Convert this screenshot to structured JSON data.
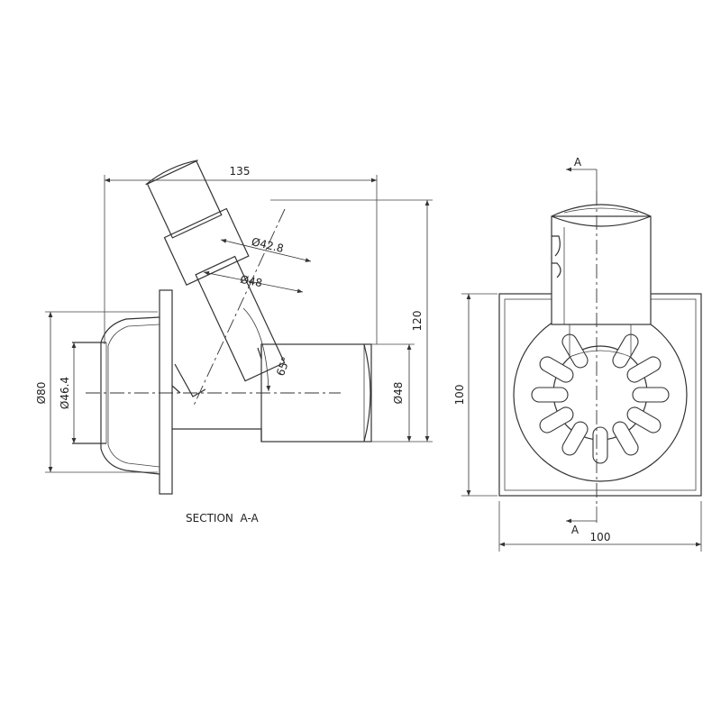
{
  "labels": {
    "overall_width": "135",
    "height": "120",
    "d80": "Ø80",
    "d46": "Ø46.4",
    "d48_right": "Ø48",
    "d428": "Ø42.8",
    "d48_top": "Ø48",
    "angle": "65°",
    "section_caption": "SECTION  A-A",
    "plan_height": "100",
    "plan_width": "100",
    "cut_top": "A",
    "cut_bottom": "A"
  }
}
